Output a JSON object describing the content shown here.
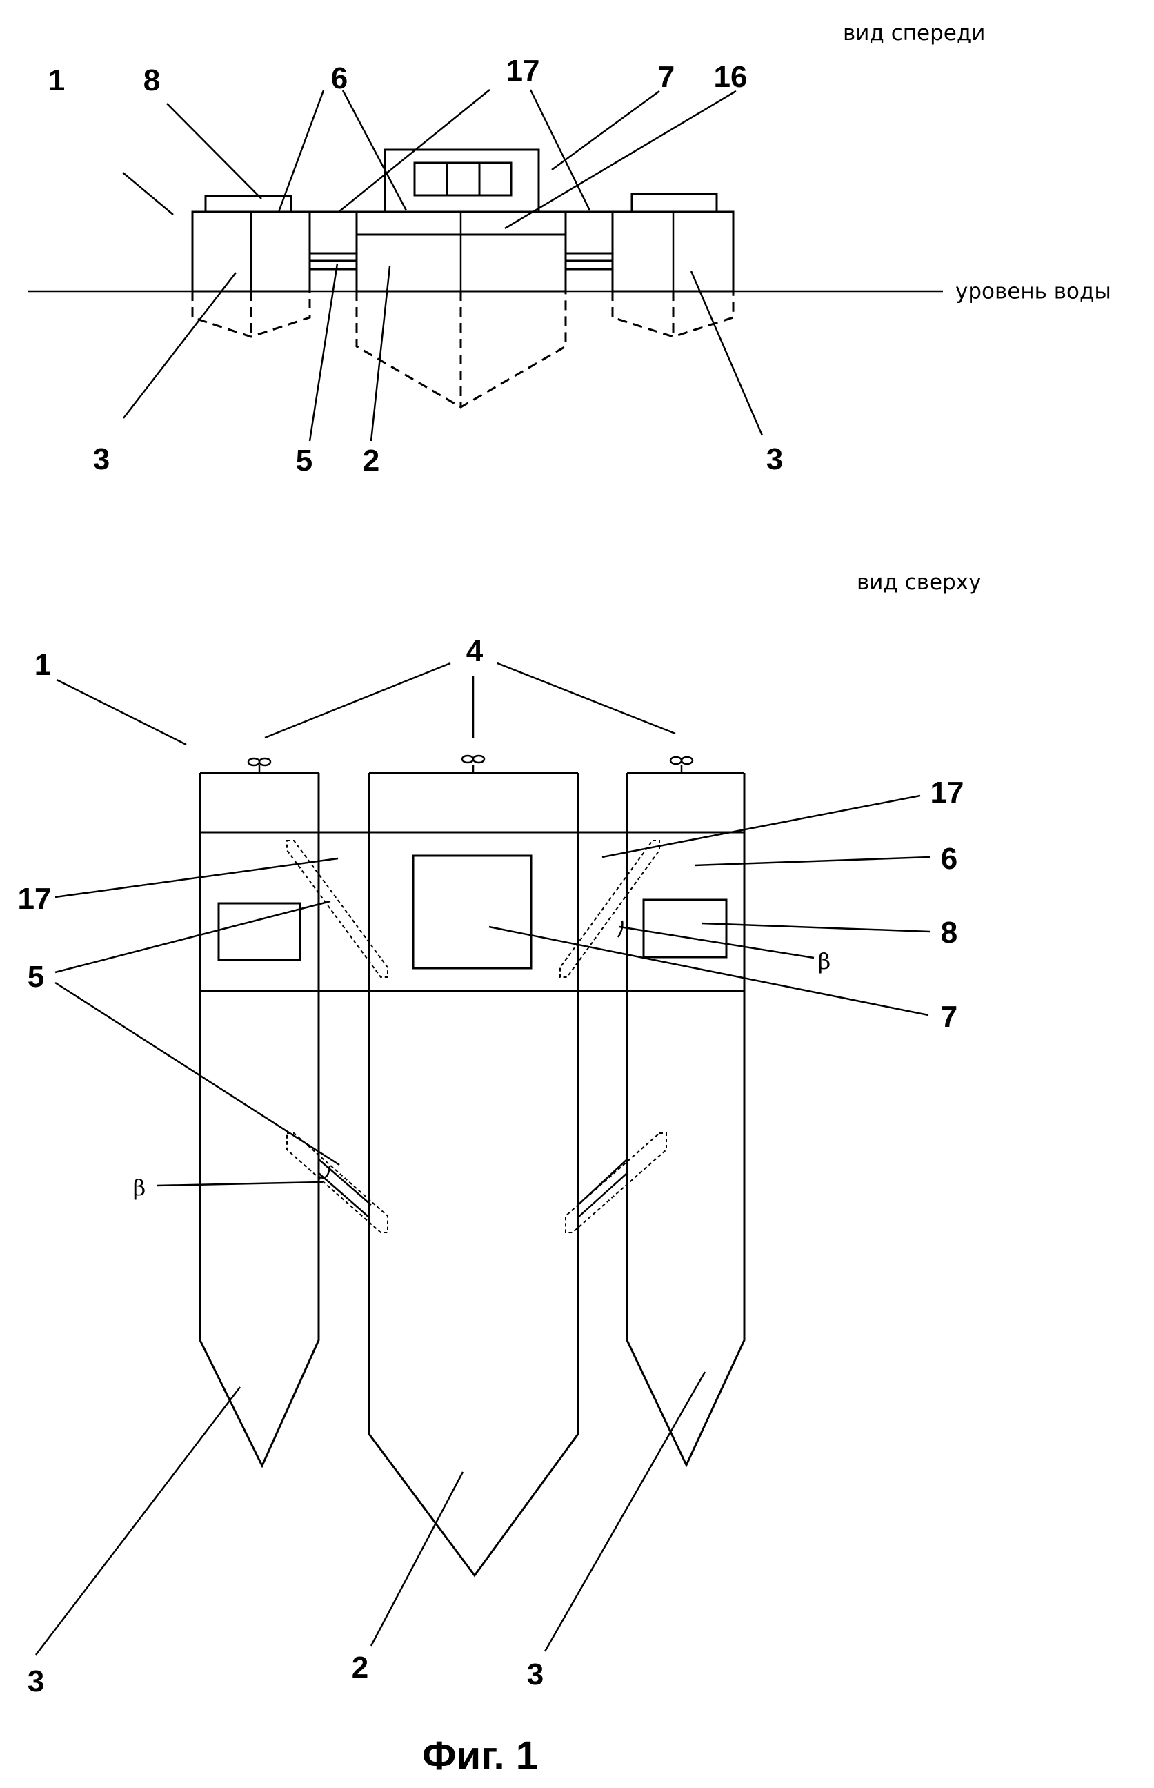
{
  "views": {
    "front": {
      "title": "вид спереди",
      "water_level": "уровень воды"
    },
    "top": {
      "title": "вид сверху"
    }
  },
  "labels": {
    "n1": "1",
    "n2": "2",
    "n3": "3",
    "n4": "4",
    "n5": "5",
    "n6": "6",
    "n7": "7",
    "n8": "8",
    "n16": "16",
    "n17": "17",
    "beta": "β"
  },
  "figure_caption": "Фиг. 1"
}
